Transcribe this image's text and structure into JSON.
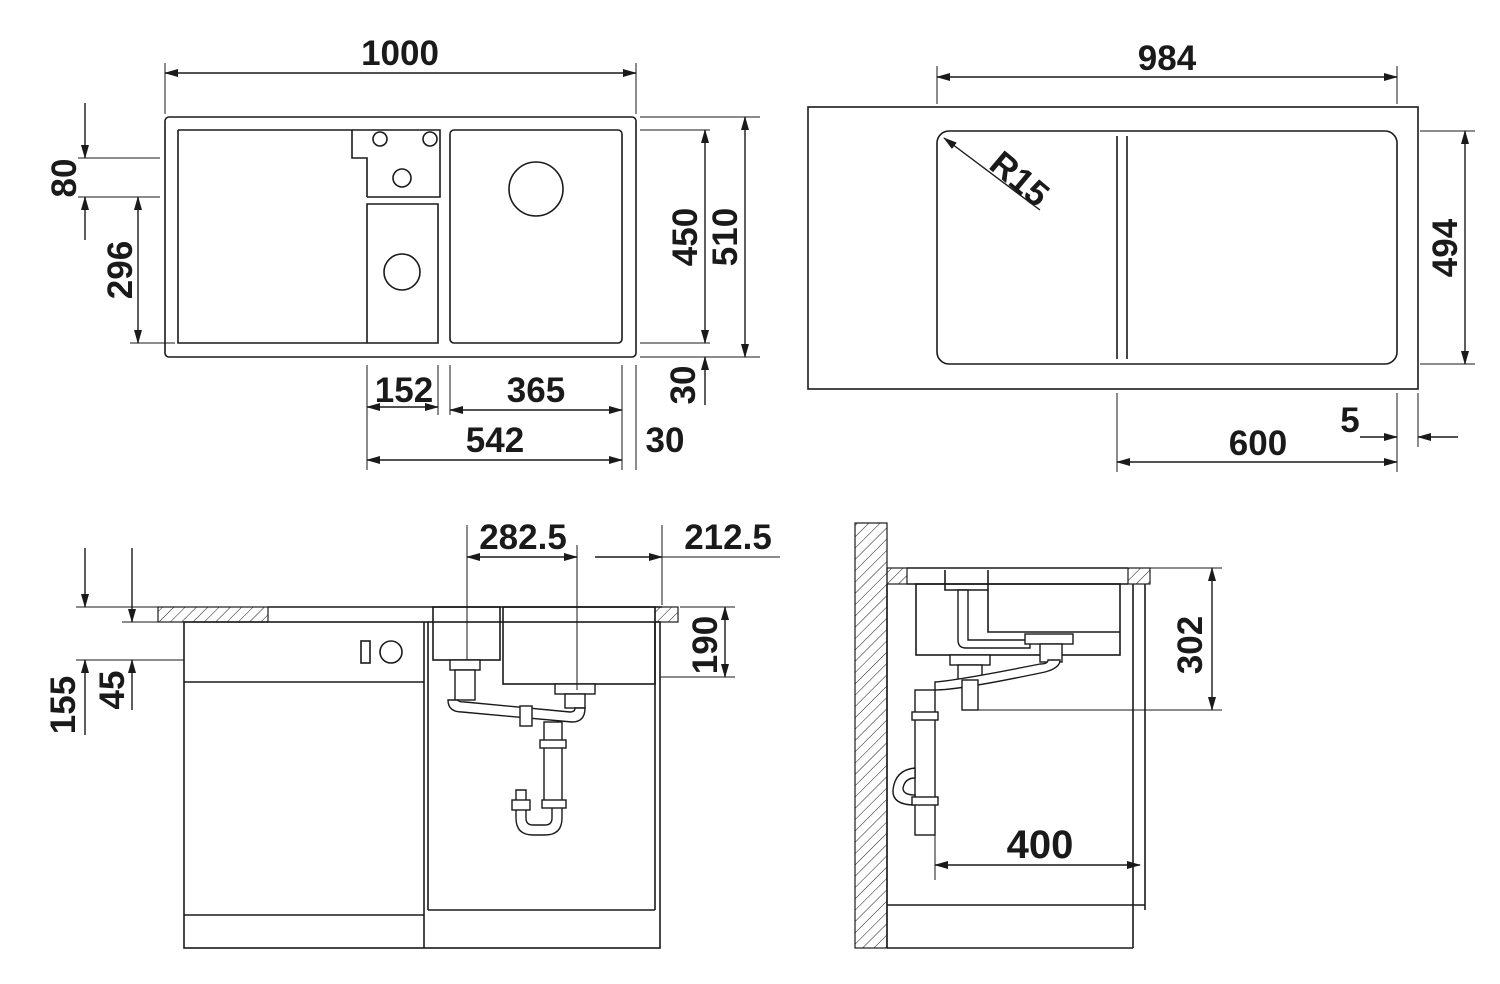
{
  "colors": {
    "line": "#1a1a1a",
    "background": "#ffffff"
  },
  "top_view": {
    "width": "1000",
    "tap_zone": "80",
    "drainer_depth": "296",
    "bowl_depth": "450",
    "depth": "510",
    "rear_offset": "30",
    "small_bowl": "152",
    "main_bowl": "365",
    "bowls_total": "542",
    "side_offset": "30"
  },
  "cutout_view": {
    "width": "984",
    "radius": "R15",
    "depth": "494",
    "bowl_span": "600",
    "edge": "5"
  },
  "front_view": {
    "drain_spacing": "282.5",
    "drain_to_edge": "212.5",
    "bowl_height": "190",
    "total_height": "155",
    "top_height": "45"
  },
  "side_view": {
    "height": "302",
    "drain_depth": "400"
  }
}
